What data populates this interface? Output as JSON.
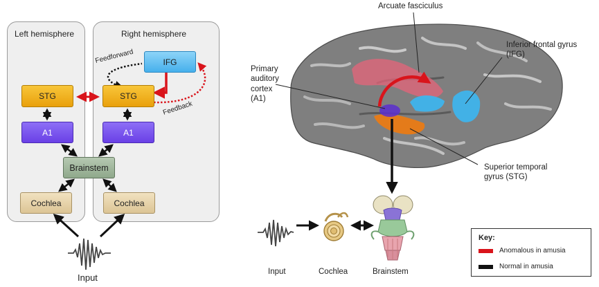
{
  "panels": {
    "left_title": "Left hemisphere",
    "right_title": "Right hemisphere"
  },
  "nodes": {
    "stg_left": "STG",
    "stg_right": "STG",
    "a1_left": "A1",
    "a1_right": "A1",
    "ifg": "IFG",
    "brainstem": "Brainstem",
    "cochlea_left": "Cochlea",
    "cochlea_right": "Cochlea"
  },
  "edges": {
    "feedforward": "Feedforward",
    "feedback": "Feedback"
  },
  "left_input": "Input",
  "brain_labels": {
    "arcuate": "Arcuate fasciculus",
    "ifg_line1": "Inferior frontal gyrus",
    "ifg_line2": "(IFG)",
    "a1_line1": "Primary",
    "a1_line2": "auditory",
    "a1_line3": "cortex",
    "a1_line4": "(A1)",
    "stg_line1": "Superior temporal",
    "stg_line2": "gyrus (STG)"
  },
  "pathway": {
    "input": "Input",
    "cochlea": "Cochlea",
    "brainstem": "Brainstem"
  },
  "key": {
    "title": "Key:",
    "anomalous": "Anomalous in amusia",
    "normal": "Normal in amusia"
  },
  "colors": {
    "anomalous": "#d9141b",
    "normal": "#111111",
    "stg": "#f0b020",
    "a1": "#7a55f0",
    "ifg": "#56b8f0",
    "brainstem": "#9fb59b",
    "cochlea": "#e8d6ad"
  }
}
